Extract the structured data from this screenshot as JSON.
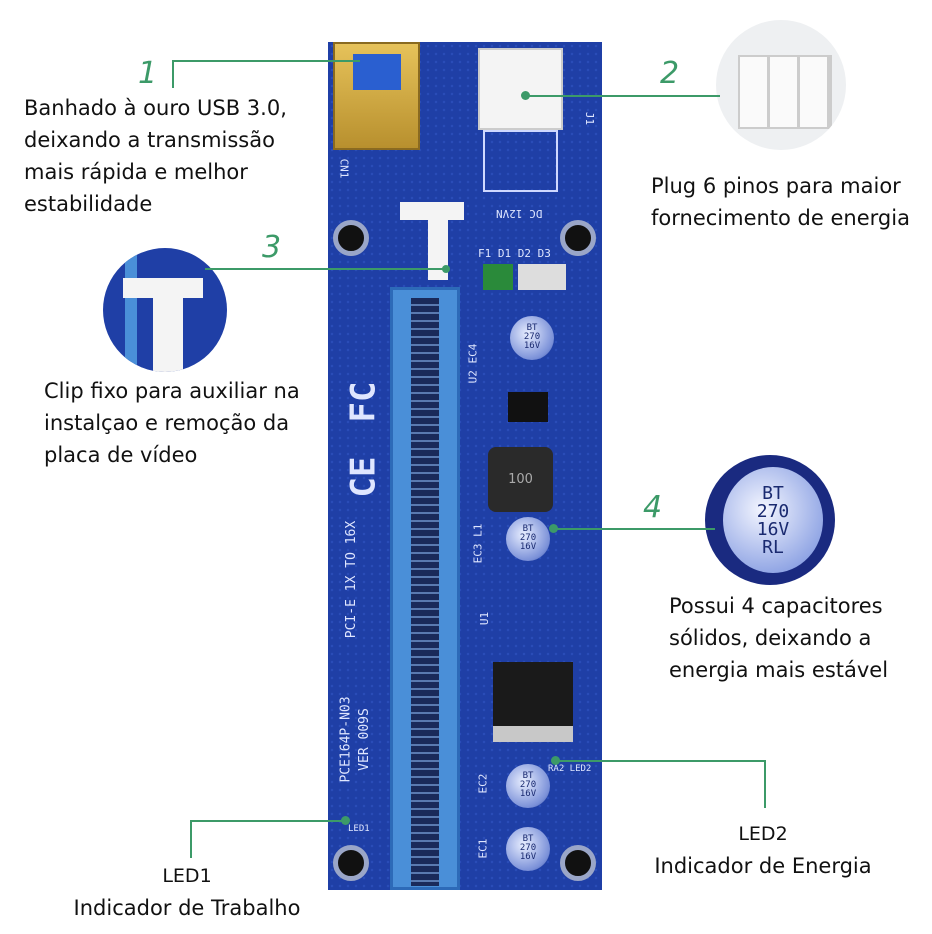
{
  "callouts": [
    {
      "number": "1",
      "lines": [
        "Banhado à ouro USB 3.0,",
        "deixando a transmissão",
        "mais rápida e melhor",
        "estabilidade"
      ]
    },
    {
      "number": "2",
      "lines": [
        "Plug 6 pinos para maior",
        "fornecimento de energia"
      ]
    },
    {
      "number": "3",
      "lines": [
        "Clip fixo para auxiliar na",
        "instalçao e remoção da",
        "placa de vídeo"
      ]
    },
    {
      "number": "4",
      "lines": [
        "Possui 4 capacitores",
        "sólidos, deixando a",
        "energia mais estável"
      ]
    }
  ],
  "led1": {
    "title": "LED1",
    "desc": "Indicador de Trabalho"
  },
  "led2": {
    "title": "LED2",
    "desc": "Indicador de Energia"
  },
  "silkscreen": {
    "cn1": "CN1",
    "dc": "DC 12VN",
    "j1": "J1",
    "fuse_diodes": "F1 D1 D2 D3",
    "u2": "U2 EC4",
    "model": "PCI-E 1X TO 16X",
    "part": "PCE164P-N03",
    "ver": "VER 009S",
    "ec3": "EC3 L1",
    "u1": "U1",
    "ec2": "EC2",
    "ec1": "EC1",
    "led1": "LED1",
    "led2": "RA2 LED2",
    "inductor": "100",
    "ce": "CE",
    "fc": "FC"
  },
  "capacitor_label": [
    "BT",
    "270",
    "16V",
    "RL"
  ],
  "colors": {
    "accent": "#3c9a68",
    "pcb": "#1f3fa6",
    "slot": "#4a8fd8",
    "gold": "#d9b24a"
  }
}
